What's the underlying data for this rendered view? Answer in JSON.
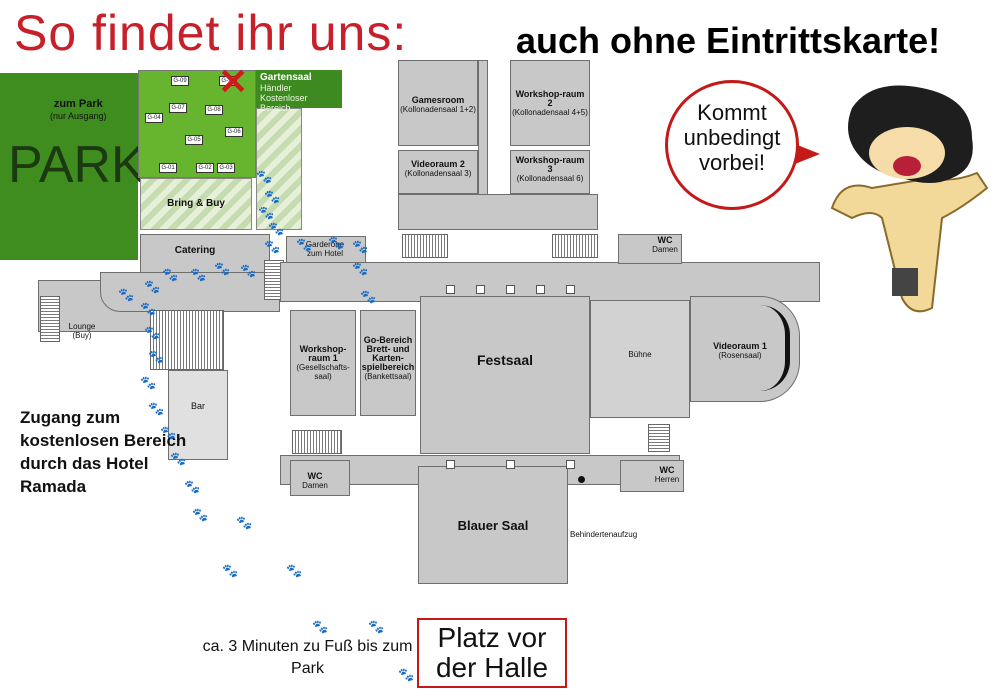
{
  "header": {
    "title": "So findet ihr uns:",
    "subtitle": "auch ohne Eintrittskarte!"
  },
  "park": {
    "label": "PARK",
    "exit_title": "zum Park",
    "exit_note": "(nur Ausgang)"
  },
  "garden": {
    "title": "Gartensaal",
    "line1": "Händler",
    "line2": "Kostenloser Bereich",
    "stalls": [
      "G-09",
      "G-10",
      "G-07",
      "G-08",
      "G-04",
      "G-06",
      "G-05",
      "G-01",
      "G-02",
      "G-03"
    ]
  },
  "rooms": {
    "bring_buy": "Bring & Buy",
    "catering": "Catering",
    "garderobe": "Garderobe",
    "garderobe_sub": "zum Hotel",
    "lounge": "Lounge",
    "lounge_sub": "(Buy)",
    "bar": "Bar",
    "gamesroom": "Gamesroom",
    "gamesroom_sub": "(Kollonadensaal 1+2)",
    "workshop2": "Workshop-raum 2",
    "workshop2_sub": "(Kollonadensaal 4+5)",
    "videoraum2": "Videoraum 2",
    "videoraum2_sub": "(Kollonadensaal 3)",
    "workshop3": "Workshop-raum 3",
    "workshop3_sub": "(Kollonadensaal 6)",
    "wc_damen_top": "WC",
    "wc_damen_top_sub": "Damen",
    "workshop1": "Workshop-raum 1",
    "workshop1_sub": "(Gesellschafts-saal)",
    "gobereich": "Go-Bereich",
    "brett": "Brett- und Karten-spielbereich",
    "brett_sub": "(Bankettsaal)",
    "festsaal": "Festsaal",
    "buehne": "Bühne",
    "videoraum1": "Videoraum 1",
    "videoraum1_sub": "(Rosensaal)",
    "wc_damen": "WC",
    "wc_damen_sub": "Damen",
    "wc_herren": "WC",
    "wc_herren_sub": "Herren",
    "blauer_saal": "Blauer Saal",
    "aufzug": "Behindertenaufzug"
  },
  "bubble": {
    "text": "Kommt unbedingt vorbei!"
  },
  "directions": {
    "entrance": "Zugang zum kostenlosen Bereich durch das Hotel Ramada",
    "walk": "ca. 3 Minuten zu Fuß bis zum Park",
    "destination": "Platz vor der Halle"
  },
  "colors": {
    "title_red": "#c8202a",
    "park_green": "#3f8c1f",
    "garden_green": "#67b52e",
    "room_gray": "#c8c8c8",
    "paw_red": "#c71c1c"
  }
}
